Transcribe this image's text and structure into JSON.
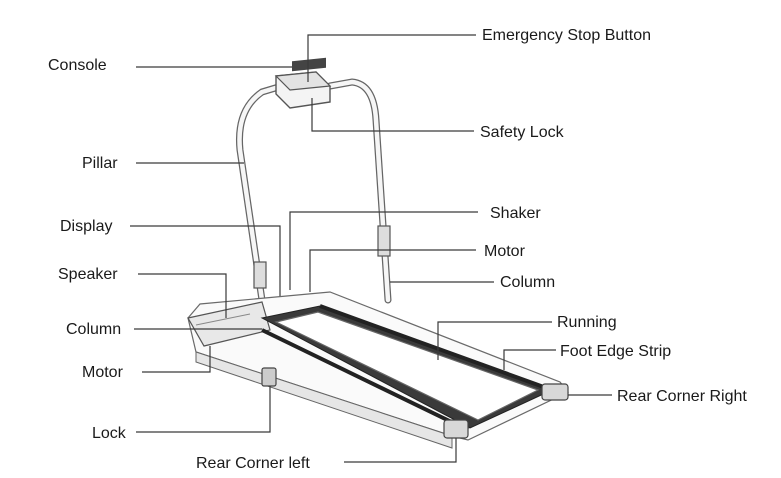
{
  "diagram": {
    "labels": {
      "emergency_stop": "Emergency Stop Button",
      "console": "Console",
      "safety_lock": "Safety Lock",
      "pillar": "Pillar",
      "shaker": "Shaker",
      "display": "Display",
      "motor_top": "Motor",
      "speaker": "Speaker",
      "column_right": "Column",
      "running": "Running",
      "column_left": "Column",
      "foot_edge_strip": "Foot Edge Strip",
      "motor_bottom": "Motor",
      "rear_corner_right": "Rear Corner Right",
      "lock": "Lock",
      "rear_corner_left": "Rear Corner left"
    }
  }
}
